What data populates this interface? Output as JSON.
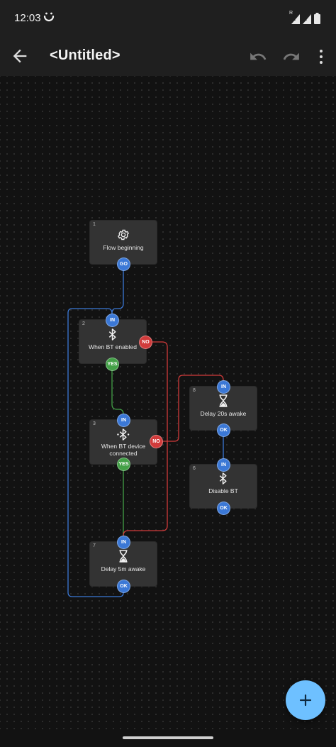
{
  "status_bar": {
    "time": "12:03",
    "signal_label": "R"
  },
  "app_bar": {
    "title": "<Untitled>"
  },
  "colors": {
    "accent": "#6ec0ff",
    "port_in": "#3b78d6",
    "port_no": "#d13b3b",
    "port_yes": "#43a047"
  },
  "nodes": [
    {
      "id": "1",
      "icon": "gear-icon",
      "label_lines": [
        "Flow beginning"
      ],
      "ports": [
        "GO"
      ]
    },
    {
      "id": "2",
      "icon": "bluetooth-icon",
      "label_lines": [
        "When BT enabled"
      ],
      "ports": [
        "IN",
        "NO",
        "YES"
      ]
    },
    {
      "id": "3",
      "icon": "bluetooth-connected-icon",
      "label_lines": [
        "When BT device",
        "connected"
      ],
      "ports": [
        "IN",
        "NO",
        "YES"
      ]
    },
    {
      "id": "7",
      "icon": "hourglass-icon",
      "label_lines": [
        "Delay 5m awake"
      ],
      "ports": [
        "IN",
        "OK"
      ]
    },
    {
      "id": "8",
      "icon": "hourglass-icon",
      "label_lines": [
        "Delay 20s awake"
      ],
      "ports": [
        "IN",
        "OK"
      ]
    },
    {
      "id": "6",
      "icon": "bluetooth-icon",
      "label_lines": [
        "Disable BT"
      ],
      "ports": [
        "IN",
        "OK"
      ]
    }
  ],
  "fab": {
    "icon": "plus-icon"
  }
}
